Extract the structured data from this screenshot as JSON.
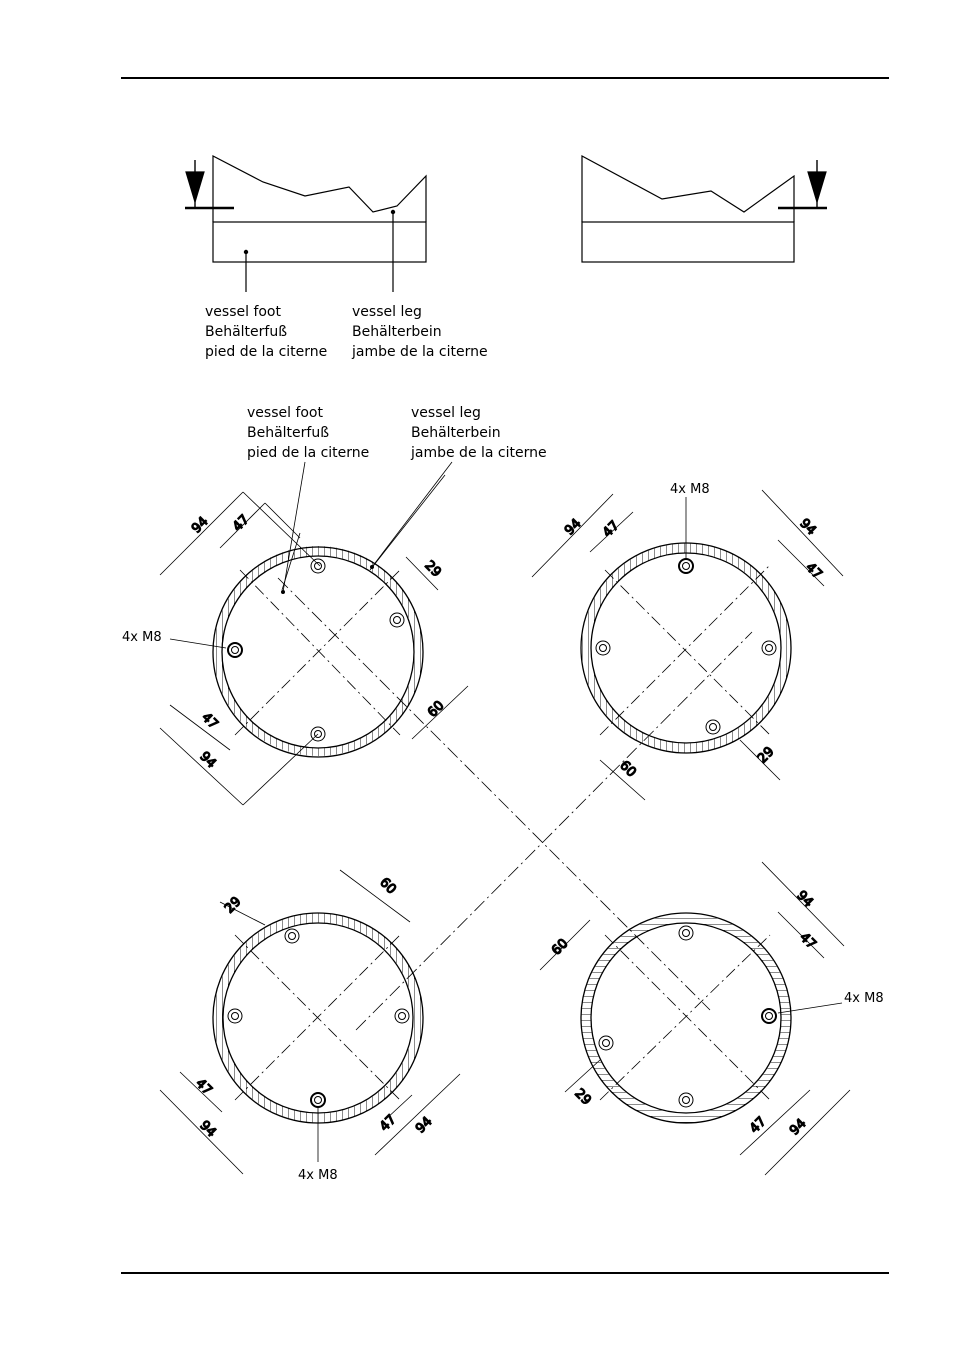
{
  "labels": {
    "top_foot": {
      "en": "vessel foot",
      "de": "Behälterfuß",
      "fr": "pied de la citerne"
    },
    "top_leg": {
      "en": "vessel leg",
      "de": "Behälterbein",
      "fr": "jambe de la citerne"
    },
    "mid_foot": {
      "en": "vessel foot",
      "de": "Behälterfuß",
      "fr": "pied de la citerne"
    },
    "mid_leg": {
      "en": "vessel leg",
      "de": "Behälterbein",
      "fr": "jambe de la citerne"
    }
  },
  "callouts": {
    "thread": "4x M8"
  },
  "dimensions": {
    "d94": "94",
    "d47": "47",
    "d29": "29",
    "d60": "60"
  }
}
